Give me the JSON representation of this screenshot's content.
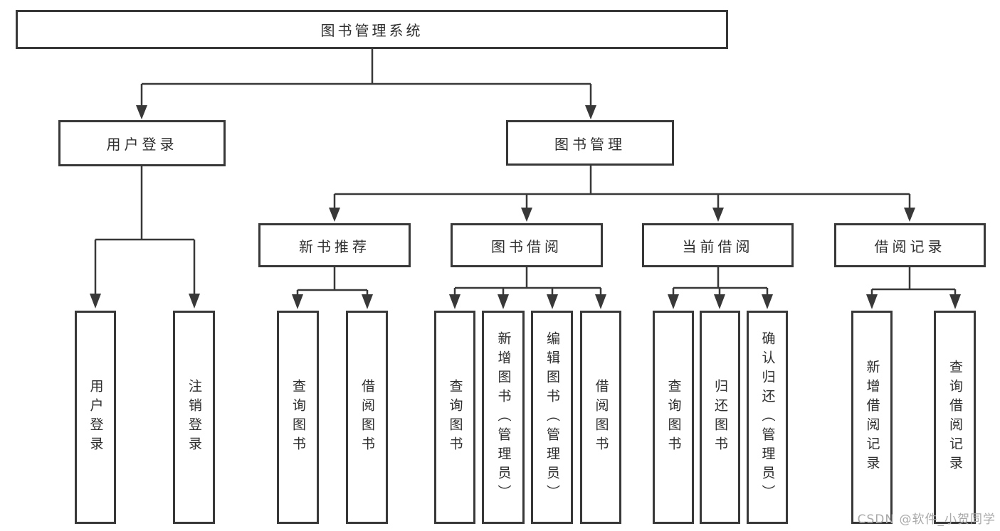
{
  "tree": {
    "root": {
      "label": "图书管理系统"
    },
    "children": [
      {
        "label": "用户登录",
        "children": [
          {
            "label": "用户登录"
          },
          {
            "label": "注销登录"
          }
        ]
      },
      {
        "label": "图书管理",
        "children": [
          {
            "label": "新书推荐",
            "children": [
              {
                "label": "查询图书"
              },
              {
                "label": "借阅图书"
              }
            ]
          },
          {
            "label": "图书借阅",
            "children": [
              {
                "label": "查询图书"
              },
              {
                "label": "新增图书（管理员）"
              },
              {
                "label": "编辑图书（管理员）"
              },
              {
                "label": "借阅图书"
              }
            ]
          },
          {
            "label": "当前借阅",
            "children": [
              {
                "label": "查询图书"
              },
              {
                "label": "归还图书"
              },
              {
                "label": "确认归还（管理员）"
              }
            ]
          },
          {
            "label": "借阅记录",
            "children": [
              {
                "label": "新增借阅记录"
              },
              {
                "label": "查询借阅记录"
              }
            ]
          }
        ]
      }
    ]
  },
  "watermark": {
    "text": "CSDN @软件_小贺同学"
  },
  "colors": {
    "line": "#383838",
    "box_border": "#383838",
    "text": "#2e2e2e",
    "background": "#ffffff",
    "watermark": "#a9a9a9"
  }
}
